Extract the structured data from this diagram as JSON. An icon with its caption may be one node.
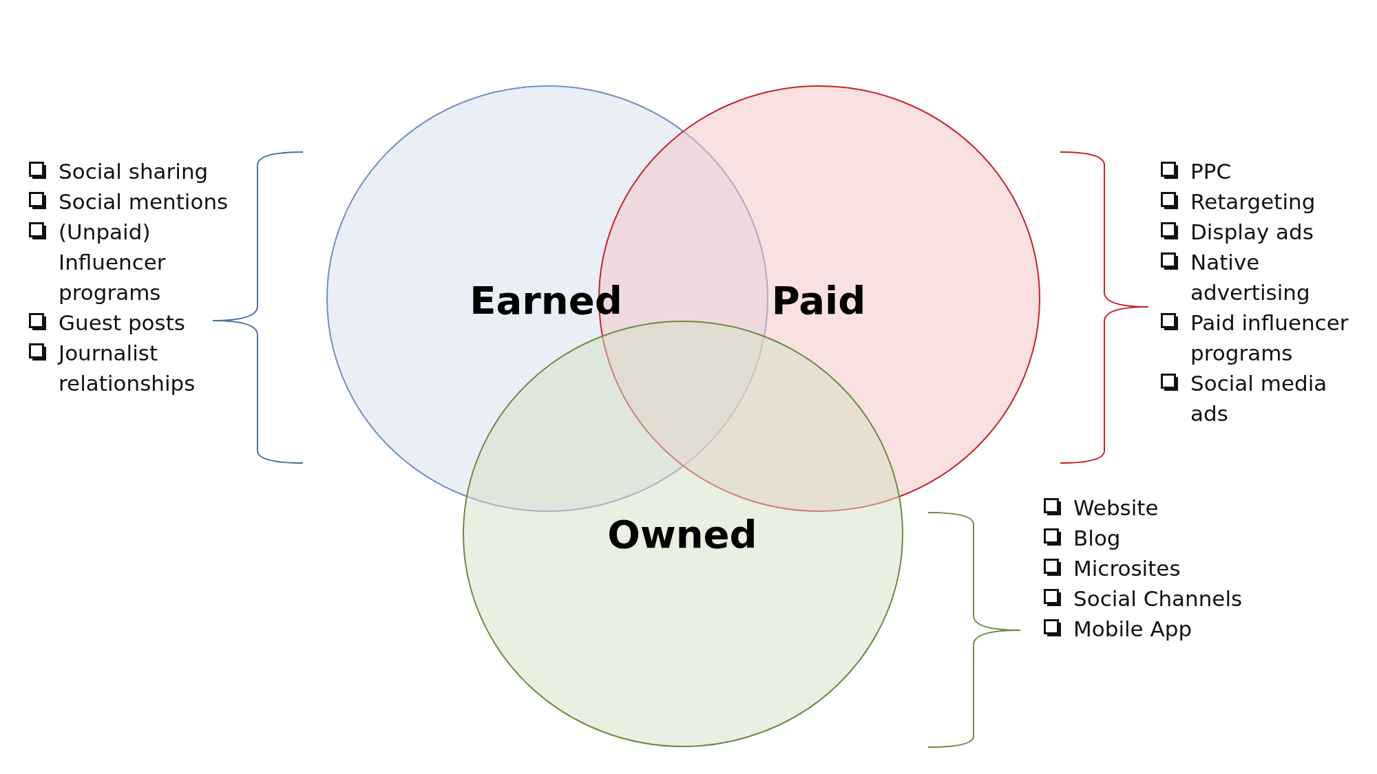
{
  "diagram": {
    "nodes": [
      {
        "text": [
          "Earned"
        ]
      },
      {
        "text": [
          "Paid"
        ]
      },
      {
        "text": [
          "Owned"
        ]
      }
    ],
    "labels": [
      "Social sharing",
      "Social mentions",
      "(Unpaid) Influencer programs",
      "Guest posts",
      "Journalist relationships",
      "PPC",
      "Retargeting",
      "Display ads",
      "Native advertising",
      "Paid influencer programs",
      "Social media ads",
      "Website",
      "Blog",
      "Microsites",
      "Social Channels",
      "Mobile App"
    ]
  }
}
